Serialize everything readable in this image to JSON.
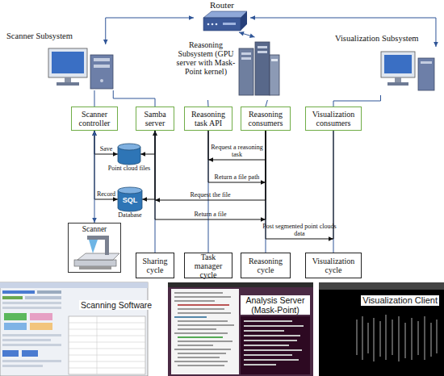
{
  "diagram": {
    "nodes": [
      {
        "text": [
          "Router"
        ]
      },
      {
        "text": [
          "Scanner Subsystem"
        ]
      },
      {
        "text": [
          "Reasoning Subsystem (GPU server with Mask-Point kernel)"
        ]
      },
      {
        "text": [
          "Visualization Subsystem"
        ]
      },
      {
        "text": [
          "Scanner controller"
        ]
      },
      {
        "text": [
          "Samba server"
        ]
      },
      {
        "text": [
          "Reasoning task API"
        ]
      },
      {
        "text": [
          "Reasoning consumers"
        ]
      },
      {
        "text": [
          "Visualization consumers"
        ]
      },
      {
        "text": [
          "Point cloud files"
        ]
      },
      {
        "text": [
          "SQL",
          "Database"
        ]
      },
      {
        "text": [
          "Scanner"
        ]
      },
      {
        "text": [
          "Sharing cycle"
        ]
      },
      {
        "text": [
          "Task manager cycle"
        ]
      },
      {
        "text": [
          "Reasoning cycle"
        ]
      },
      {
        "text": [
          "Visualization cycle"
        ]
      },
      {
        "text": [
          "Scanning Software"
        ]
      },
      {
        "text": [
          "Analysis Server (Mask-Point)"
        ]
      },
      {
        "text": [
          "Visualization Client"
        ]
      }
    ],
    "edges": [
      {
        "from": 0,
        "to": 1,
        "arrow": "both"
      },
      {
        "from": 0,
        "to": 2,
        "arrow": "both"
      },
      {
        "from": 0,
        "to": 3,
        "arrow": "both"
      },
      {
        "from": 1,
        "to": 4,
        "arrow": "none"
      },
      {
        "from": 1,
        "to": 5,
        "arrow": "none"
      },
      {
        "from": 2,
        "to": 6,
        "arrow": "none"
      },
      {
        "from": 2,
        "to": 7,
        "arrow": "none"
      },
      {
        "from": 3,
        "to": 8,
        "arrow": "none"
      },
      {
        "from": 4,
        "to": 9,
        "label": "Save",
        "arrow": "both"
      },
      {
        "from": 4,
        "to": 10,
        "label": "Record",
        "arrow": "both"
      },
      {
        "from": 9,
        "to": 5,
        "arrow": "both"
      },
      {
        "from": 10,
        "to": 5,
        "arrow": "both"
      },
      {
        "from": 4,
        "to": 11,
        "arrow": "both"
      },
      {
        "from": 5,
        "to": 12,
        "arrow": "none"
      },
      {
        "from": 6,
        "to": 13,
        "arrow": "none"
      },
      {
        "from": 7,
        "to": 14,
        "arrow": "none"
      },
      {
        "from": 8,
        "to": 15,
        "arrow": "none"
      },
      {
        "from": 7,
        "to": 6,
        "label": "Request a reasoning task",
        "arrow": "to"
      },
      {
        "from": 6,
        "to": 7,
        "label": "Return a file path",
        "arrow": "to"
      },
      {
        "from": 7,
        "to": 5,
        "label": "Request the file",
        "arrow": "to"
      },
      {
        "from": 5,
        "to": 7,
        "label": "Return a file",
        "arrow": "to"
      },
      {
        "from": 7,
        "to": 8,
        "label": "Post segmented point clouds data",
        "arrow": "to"
      }
    ]
  }
}
